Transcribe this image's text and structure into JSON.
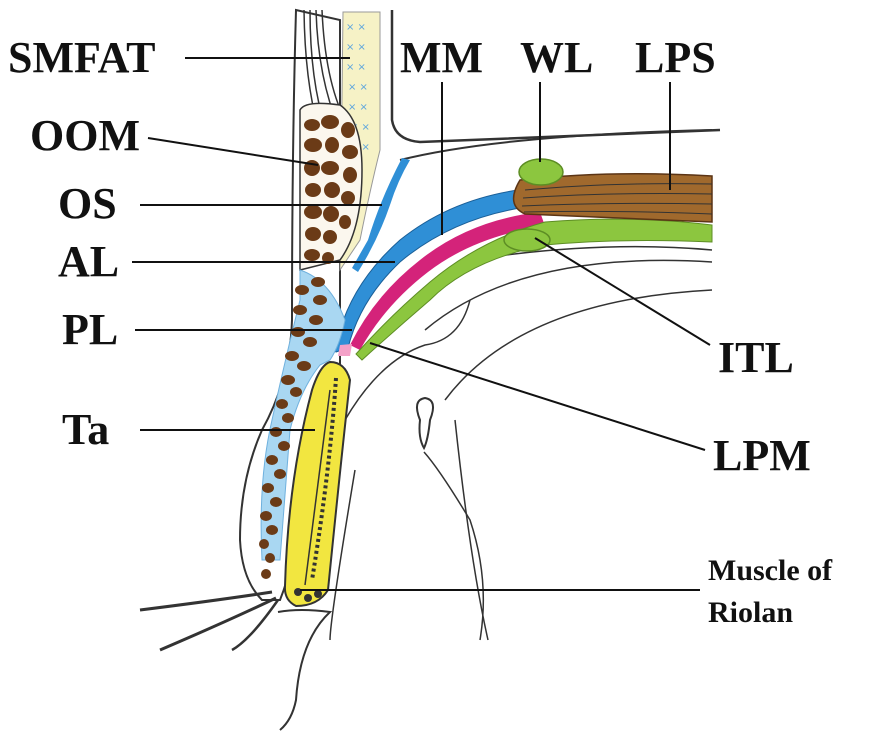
{
  "labels": {
    "smfat": "SMFAT",
    "mm": "MM",
    "wl": "WL",
    "lps": "LPS",
    "oom": "OOM",
    "os": "OS",
    "al": "AL",
    "pl": "PL",
    "ta": "Ta",
    "itl": "ITL",
    "lpm": "LPM",
    "muscle_line1": "Muscle of",
    "muscle_line2": "Riolan"
  },
  "colors": {
    "blue": "#2f8fd6",
    "light_blue": "#a9d7f2",
    "green": "#8cc63f",
    "magenta": "#d4237a",
    "brown": "#a0692d",
    "dark_brown": "#5b3415",
    "yellow": "#f2e640"
  }
}
